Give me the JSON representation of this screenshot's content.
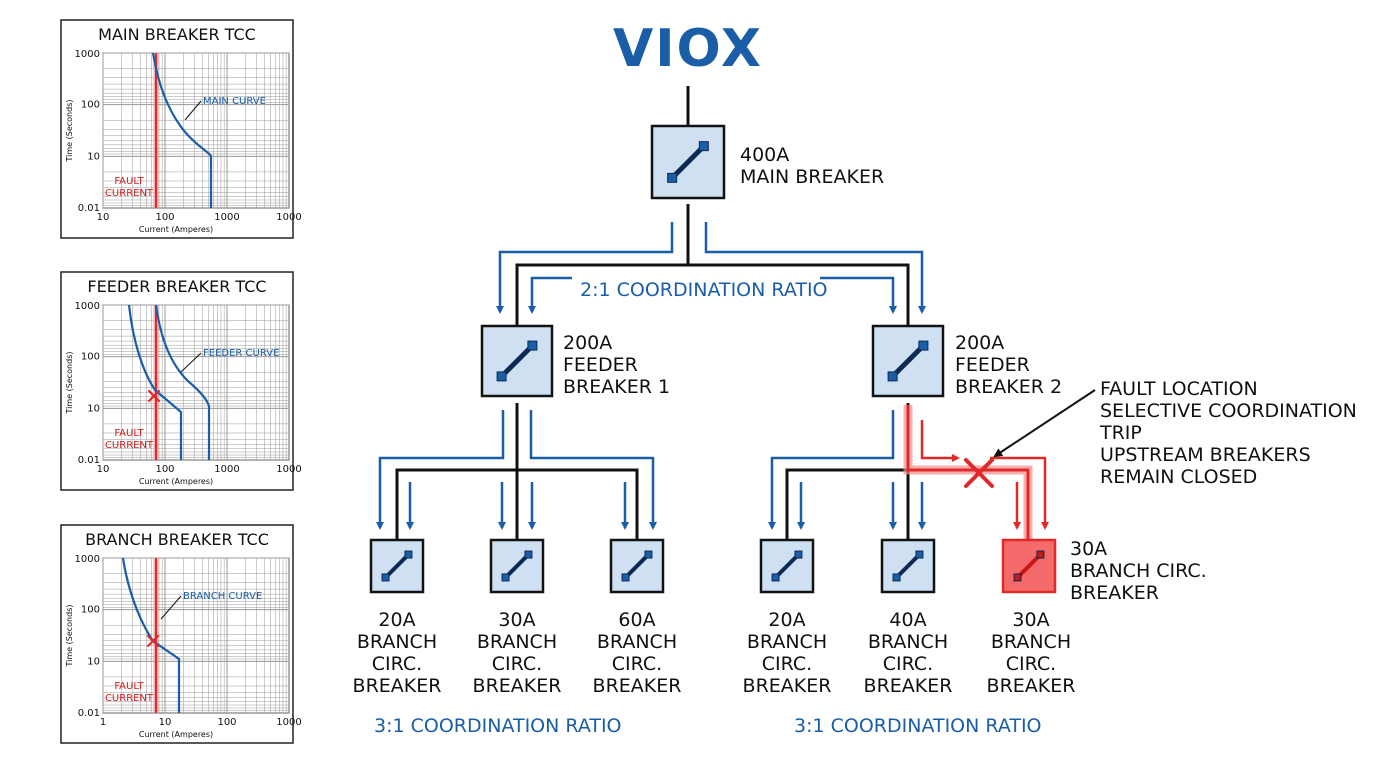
{
  "logo": "VIOX",
  "colors": {
    "blue": "#1a5ea8",
    "box_fill": "#cfe0f3",
    "fault_red": "#e02a2a",
    "fault_fill": "#f56a6a",
    "wire": "#111111"
  },
  "tcc_panels": [
    {
      "title": "MAIN BREAKER TCC",
      "curve_label": "MAIN CURVE",
      "fault_label": [
        "FAULT",
        "CURRENT"
      ],
      "y_axis": "Time (Seconds)",
      "x_axis": "Current (Amperes)",
      "y_ticks": [
        "1000",
        "100",
        "10",
        "0.01"
      ],
      "x_ticks": [
        "10",
        "100",
        "1000",
        "1000"
      ],
      "marker": false
    },
    {
      "title": "FEEDER BREAKER TCC",
      "curve_label": "FEEDER CURVE",
      "fault_label": [
        "FAULT",
        "CURRENT"
      ],
      "y_axis": "Time (Seconds)",
      "x_axis": "Current (Amperes)",
      "y_ticks": [
        "1000",
        "100",
        "10",
        "0.01"
      ],
      "x_ticks": [
        "10",
        "100",
        "1000",
        "1000"
      ],
      "marker": true
    },
    {
      "title": "BRANCH BREAKER TCC",
      "curve_label": "BRANCH CURVE",
      "fault_label": [
        "FAULT",
        "CURRENT"
      ],
      "y_axis": "Time (Seconds)",
      "x_axis": "Current (Amperes)",
      "y_ticks": [
        "1000",
        "100",
        "10",
        "0.01"
      ],
      "x_ticks": [
        "1",
        "10",
        "100",
        "1000"
      ],
      "marker": true
    }
  ],
  "main_breaker": {
    "lines": [
      "400A",
      "MAIN BREAKER"
    ]
  },
  "feeders": [
    {
      "lines": [
        "200A",
        "FEEDER",
        "BREAKER 1"
      ]
    },
    {
      "lines": [
        "200A",
        "FEEDER",
        "BREAKER 2"
      ]
    }
  ],
  "ratio_top": "2:1 COORDINATION RATIO",
  "ratio_bottom_left": "3:1 COORDINATION RATIO",
  "ratio_bottom_right": "3:1 COORDINATION RATIO",
  "branches": [
    {
      "lines": [
        "20A",
        "BRANCH",
        "CIRC.",
        "BREAKER"
      ],
      "faulted": false
    },
    {
      "lines": [
        "30A",
        "BRANCH",
        "CIRC.",
        "BREAKER"
      ],
      "faulted": false
    },
    {
      "lines": [
        "60A",
        "BRANCH",
        "CIRC.",
        "BREAKER"
      ],
      "faulted": false
    },
    {
      "lines": [
        "20A",
        "BRANCH",
        "CIRC.",
        "BREAKER"
      ],
      "faulted": false
    },
    {
      "lines": [
        "40A",
        "BRANCH",
        "CIRC.",
        "BREAKER"
      ],
      "faulted": false
    },
    {
      "lines": [
        "30A",
        "BRANCH",
        "CIRC.",
        "BREAKER"
      ],
      "faulted": true
    }
  ],
  "faulted_side_label": [
    "30A",
    "BRANCH CIRC.",
    "BREAKER"
  ],
  "fault_note": [
    "FAULT LOCATION",
    "SELECTIVE COORDINATION",
    "TRIP",
    "UPSTREAM BREAKERS",
    "REMAIN CLOSED"
  ]
}
